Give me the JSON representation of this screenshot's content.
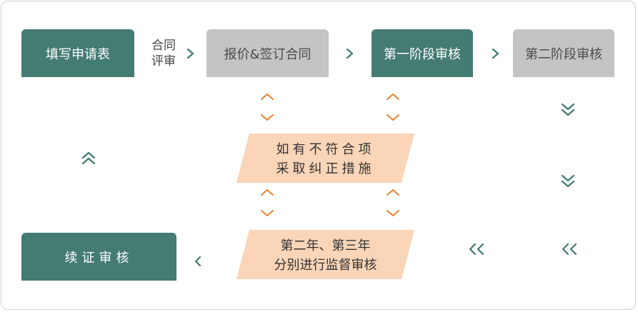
{
  "colors": {
    "teal_box": "#447b73",
    "gray_box": "#c4c4c4",
    "peach": "#fad5b8",
    "orange_arrow": "#e8822f",
    "teal_arrow": "#3f7a72"
  },
  "steps": {
    "apply": "填写申请表",
    "contract_line1": "合同",
    "contract_line2": "评审",
    "quote_sign": "报价&签订合同",
    "stage1": "第一阶段审核",
    "stage2": "第二阶段审核",
    "corrective_line1": "如有不符合项",
    "corrective_line2": "采取纠正措施",
    "surveillance_line1": "第二年、第三年",
    "surveillance_line2": "分别进行监督审核",
    "renewal": "续证审核"
  },
  "icons": {
    "next": "chevron-right-icon",
    "back": "chevron-left-icon",
    "down_double": "double-chevron-down-icon",
    "up_double": "double-chevron-up-icon",
    "left_double": "double-chevron-left-icon",
    "up_down": "up-down-chevron-icon"
  }
}
